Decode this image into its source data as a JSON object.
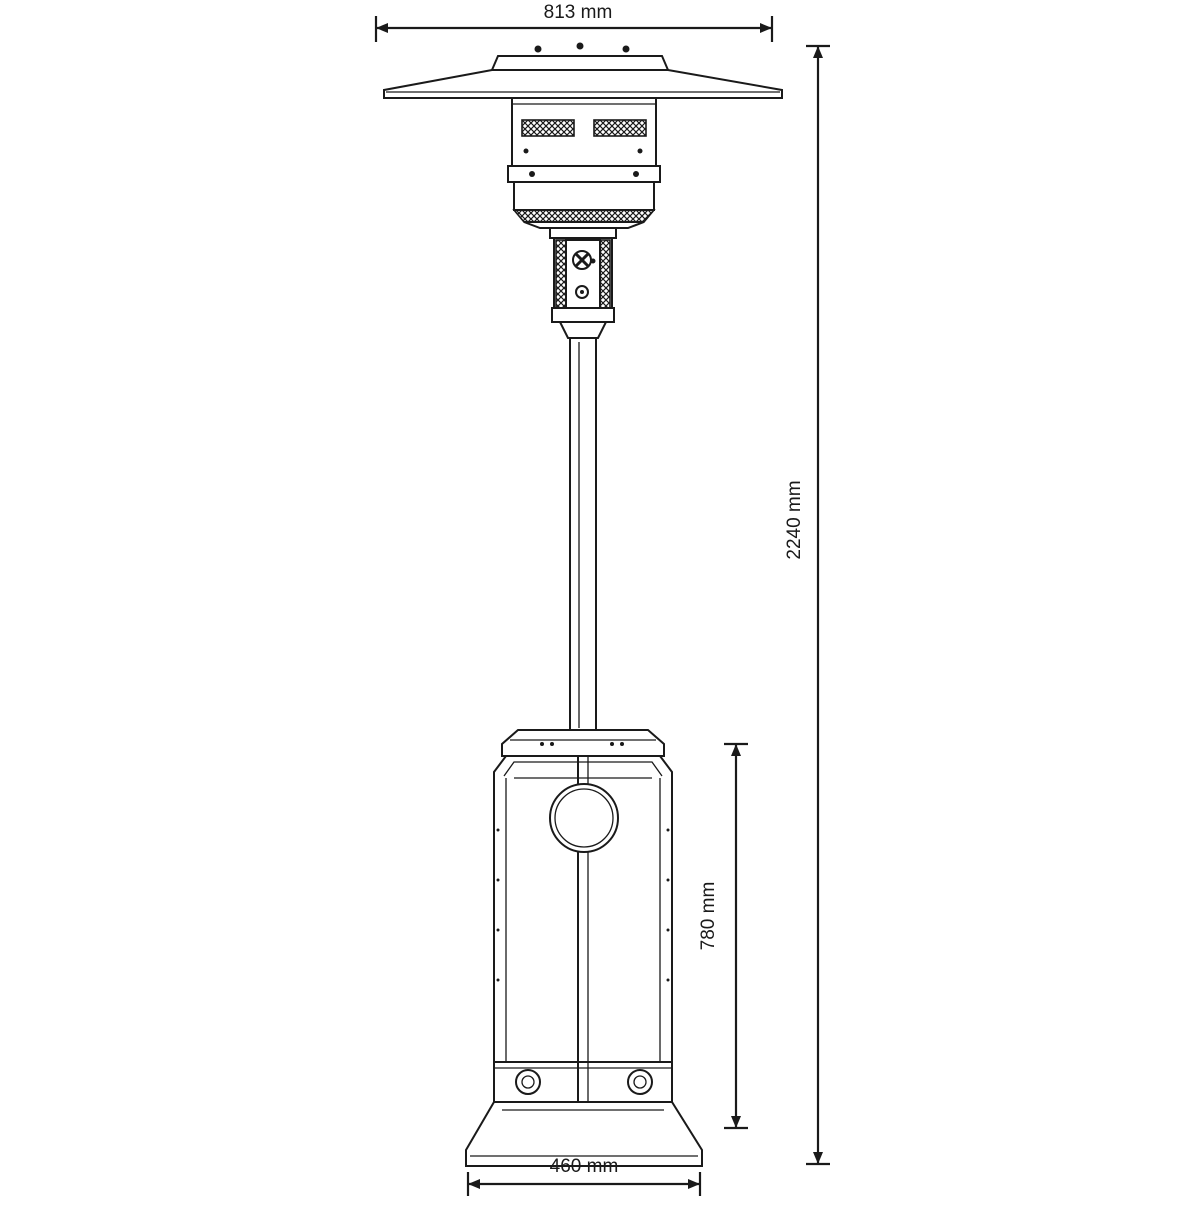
{
  "diagram": {
    "dimensions": {
      "top_width": "813 mm",
      "total_height": "2240 mm",
      "base_height": "780 mm",
      "base_width": "460 mm"
    }
  }
}
